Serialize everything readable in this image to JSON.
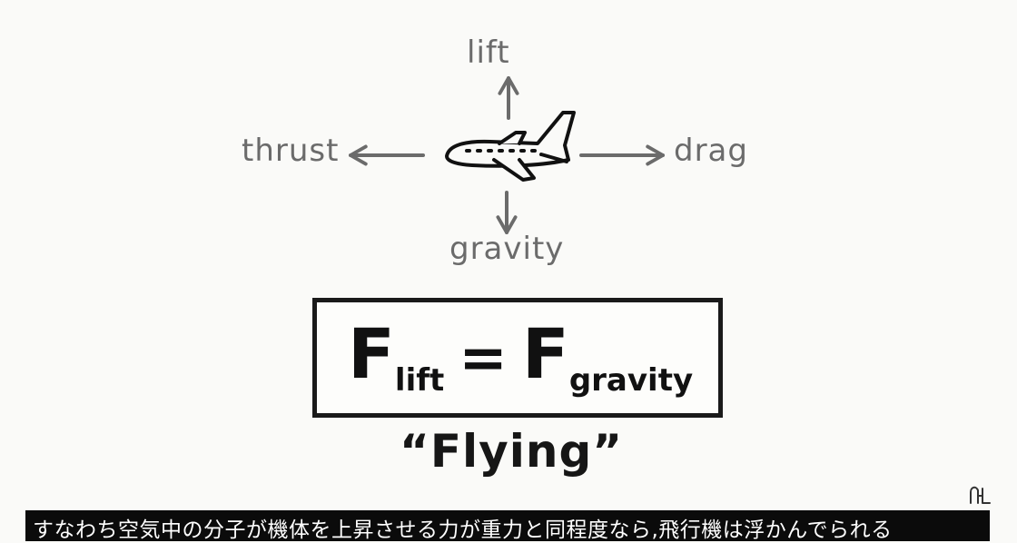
{
  "diagram": {
    "forces": {
      "lift": "lift",
      "thrust": "thrust",
      "drag": "drag",
      "gravity": "gravity"
    },
    "equation": {
      "left_symbol": "F",
      "left_sub": "lift",
      "operator": "=",
      "right_symbol": "F",
      "right_sub": "gravity"
    },
    "caption": "“Flying”"
  },
  "subtitle": {
    "text": "すなわち空気中の分子が機体を上昇させる力が重力と同程度なら,飛行機は浮かんでられる"
  },
  "colors": {
    "arrow": "#6b6b6b",
    "ink": "#111111",
    "subtitle_bg": "#0b0b0b",
    "subtitle_fg": "#ffffff"
  },
  "icons": {
    "airplane": "airplane-icon",
    "watermark": "channel-logo-icon"
  }
}
